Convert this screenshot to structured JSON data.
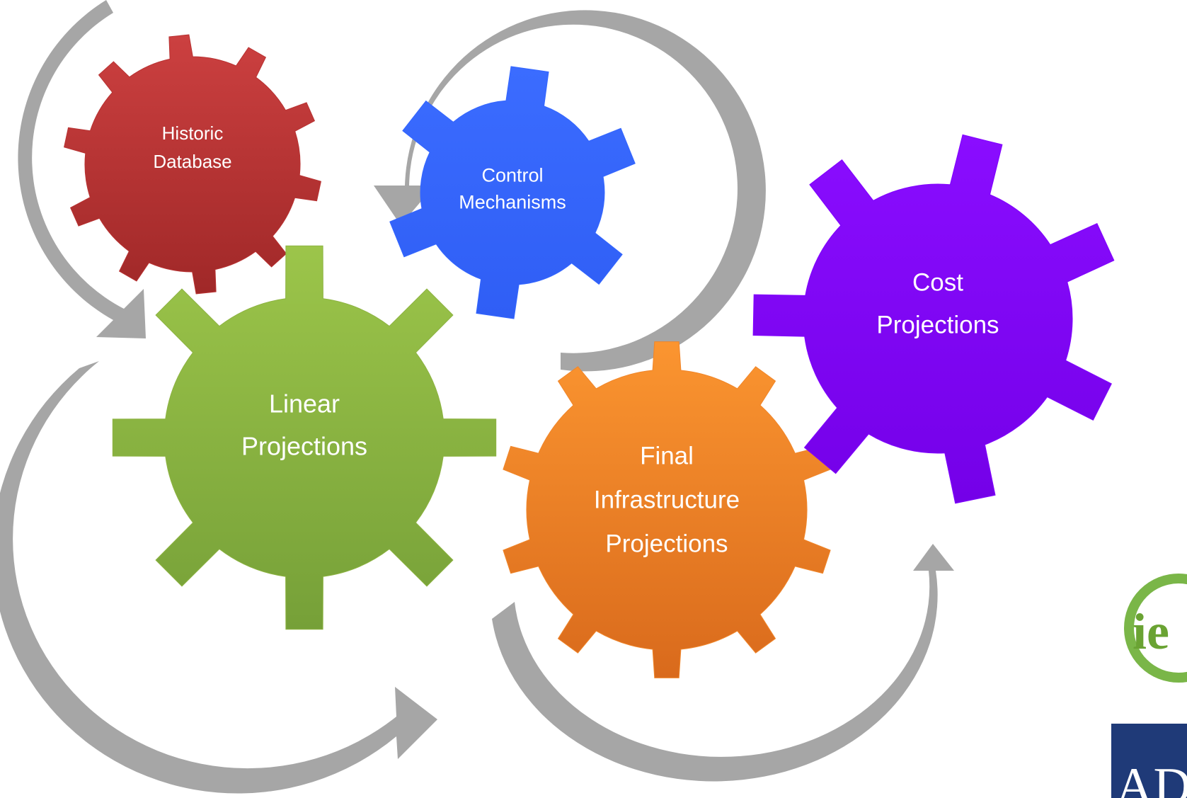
{
  "gears": [
    {
      "id": "historic-database",
      "lines": [
        "Historic",
        "Database"
      ],
      "color": "#b83232"
    },
    {
      "id": "control-mechanisms",
      "lines": [
        "Control",
        "Mechanisms"
      ],
      "color": "#3366ff"
    },
    {
      "id": "linear-projections",
      "lines": [
        "Linear",
        "Projections"
      ],
      "color": "#8db342"
    },
    {
      "id": "final-infrastructure-projections",
      "lines": [
        "Final",
        "Infrastructure",
        "Projections"
      ],
      "color": "#f0862a"
    },
    {
      "id": "cost-projections",
      "lines": [
        "Cost",
        "Projections"
      ],
      "color": "#8000ff"
    }
  ],
  "arrow_color": "#a6a6a6",
  "logos": {
    "ie": {
      "text": "ie",
      "color": "#6aa333"
    },
    "adb": {
      "text": "AD",
      "color": "#1f3a78"
    }
  }
}
